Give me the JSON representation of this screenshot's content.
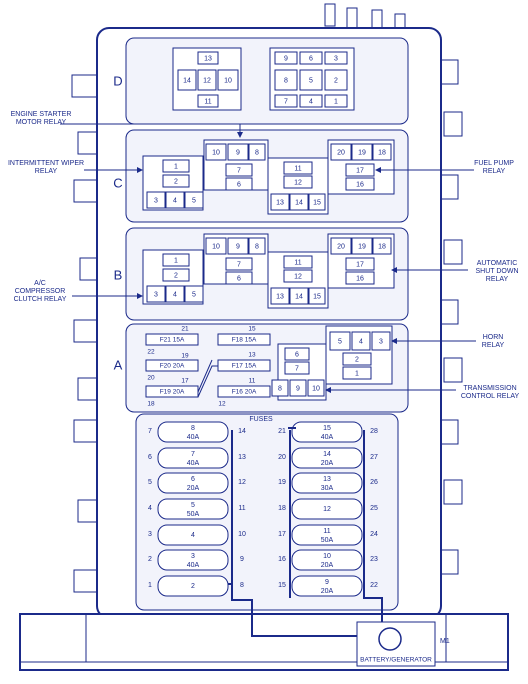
{
  "colors": {
    "ink": "#1b2a8a",
    "bg": "#ffffff",
    "panel": "#f2f3fb"
  },
  "sections": {
    "d": "D",
    "c": "C",
    "b": "B",
    "a": "A"
  },
  "relay_d_left": [
    "13",
    "14",
    "12",
    "10",
    "11"
  ],
  "relay_d_right": [
    "9",
    "6",
    "3",
    "8",
    "5",
    "2",
    "7",
    "4",
    "1"
  ],
  "relay_c_left": [
    "1",
    "2",
    "3",
    "4",
    "5"
  ],
  "relay_c_top": [
    "10",
    "9",
    "8",
    "7",
    "6"
  ],
  "relay_c_mid": [
    "11",
    "12",
    "13",
    "14",
    "15"
  ],
  "relay_c_right": [
    "20",
    "19",
    "18",
    "17",
    "16"
  ],
  "relay_b_left": [
    "1",
    "2",
    "3",
    "4",
    "5"
  ],
  "relay_b_top": [
    "10",
    "9",
    "8",
    "7",
    "6"
  ],
  "relay_b_mid": [
    "11",
    "12",
    "13",
    "14",
    "15"
  ],
  "relay_b_right": [
    "20",
    "19",
    "18",
    "17",
    "16"
  ],
  "relay_a_horn": [
    "5",
    "4",
    "3",
    "2",
    "1"
  ],
  "relay_a_trans": [
    "6",
    "7",
    "8",
    "9",
    "10"
  ],
  "small_fuses": [
    {
      "num_a": "21",
      "label": "F21 15A"
    },
    {
      "num_a": "22",
      "num_b": "19",
      "label": "F20 20A"
    },
    {
      "num_a": "20",
      "num_b": "17",
      "label": "F19 20A",
      "num_c": "18"
    },
    {
      "num_a": "15",
      "label": "F18 15A"
    },
    {
      "num_a": "13",
      "label": "F17 15A"
    },
    {
      "num_a": "11",
      "label": "F16 20A",
      "num_c": "12"
    }
  ],
  "fuses_title": "FUSES",
  "fuses_left": [
    {
      "l": "7",
      "n": "8",
      "a": "40A",
      "r": "14"
    },
    {
      "l": "6",
      "n": "7",
      "a": "40A",
      "r": "13"
    },
    {
      "l": "5",
      "n": "6",
      "a": "20A",
      "r": "12"
    },
    {
      "l": "4",
      "n": "5",
      "a": "50A",
      "r": "11"
    },
    {
      "l": "3",
      "n": "4",
      "a": "",
      "r": "10"
    },
    {
      "l": "2",
      "n": "3",
      "a": "40A",
      "r": "9"
    },
    {
      "l": "1",
      "n": "2",
      "a": "",
      "r": "8"
    }
  ],
  "fuses_right": [
    {
      "l": "21",
      "n": "15",
      "a": "40A",
      "r": "28"
    },
    {
      "l": "20",
      "n": "14",
      "a": "20A",
      "r": "27"
    },
    {
      "l": "19",
      "n": "13",
      "a": "30A",
      "r": "26"
    },
    {
      "l": "18",
      "n": "12",
      "a": "",
      "r": "25"
    },
    {
      "l": "17",
      "n": "11",
      "a": "50A",
      "r": "24"
    },
    {
      "l": "16",
      "n": "10",
      "a": "20A",
      "r": "23"
    },
    {
      "l": "15",
      "n": "9",
      "a": "20A",
      "r": "22"
    }
  ],
  "left_fuse_1": "1",
  "m1_label": "M1",
  "battery_label": "BATTERY/GENERATOR",
  "callouts": {
    "engine_starter": "ENGINE STARTER MOTOR RELAY",
    "intermittent": "INTERMITTENT WIPER RELAY",
    "ac_clutch": "A/C COMPRESSOR CLUTCH RELAY",
    "fuel_pump": "FUEL PUMP RELAY",
    "auto_shutdown": "AUTOMATIC SHUT DOWN RELAY",
    "horn": "HORN RELAY",
    "transmission": "TRANSMISSION CONTROL RELAY"
  }
}
